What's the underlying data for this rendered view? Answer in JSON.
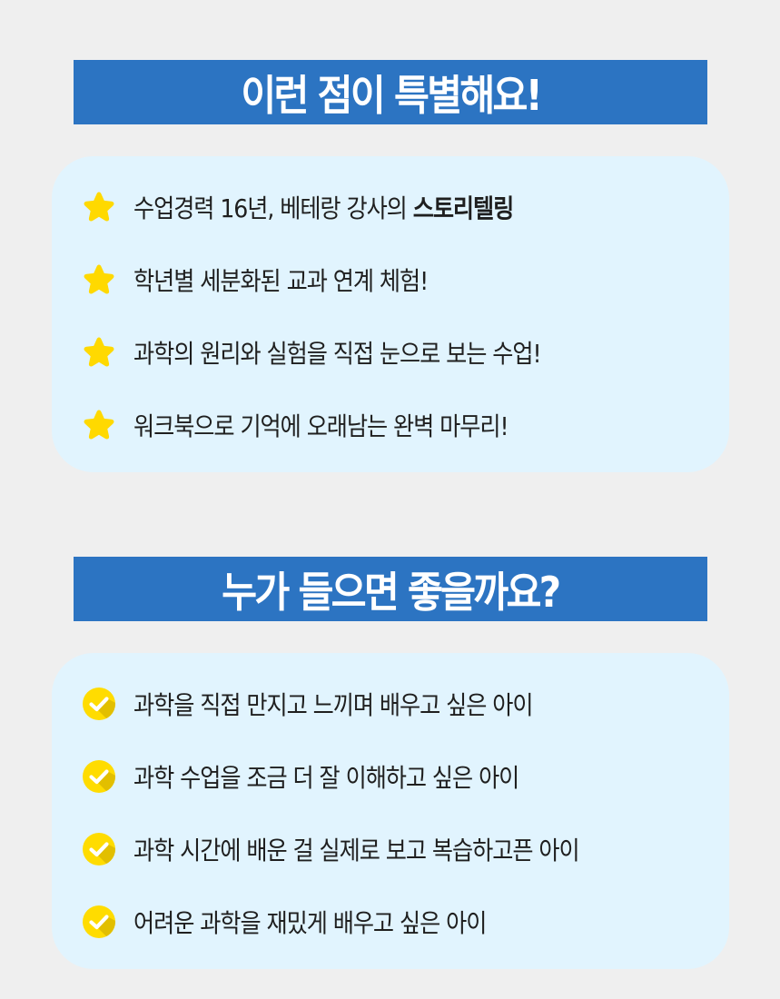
{
  "section1": {
    "title": "이런 점이 특별해요!",
    "items": [
      {
        "icon": "star-icon",
        "text": "수업경력 16년, 베테랑 강사의 ",
        "bold": "스토리텔링"
      },
      {
        "icon": "star-icon",
        "text": "학년별 세분화된 교과 연계 체험!",
        "bold": ""
      },
      {
        "icon": "star-icon",
        "text": "과학의 원리와 실험을 직접 눈으로 보는 수업!",
        "bold": ""
      },
      {
        "icon": "star-icon",
        "text": "워크북으로 기억에 오래남는 완벽 마무리!",
        "bold": ""
      }
    ]
  },
  "section2": {
    "title": "누가 들으면 좋을까요?",
    "items": [
      {
        "icon": "check-circle-icon",
        "text": "과학을 직접 만지고 느끼며 배우고 싶은 아이"
      },
      {
        "icon": "check-circle-icon",
        "text": "과학 수업을 조금 더 잘 이해하고 싶은 아이"
      },
      {
        "icon": "check-circle-icon",
        "text": "과학 시간에 배운 걸 실제로 보고 복습하고픈 아이"
      },
      {
        "icon": "check-circle-icon",
        "text": "어려운 과학을 재밌게 배우고 싶은 아이"
      }
    ]
  },
  "colors": {
    "banner": "#2c74c2",
    "card": "#e1f4fe",
    "background": "#efefef",
    "star": "#ffd900",
    "check_circle": "#ffdc00",
    "check_shadow": "#e2bf00"
  }
}
